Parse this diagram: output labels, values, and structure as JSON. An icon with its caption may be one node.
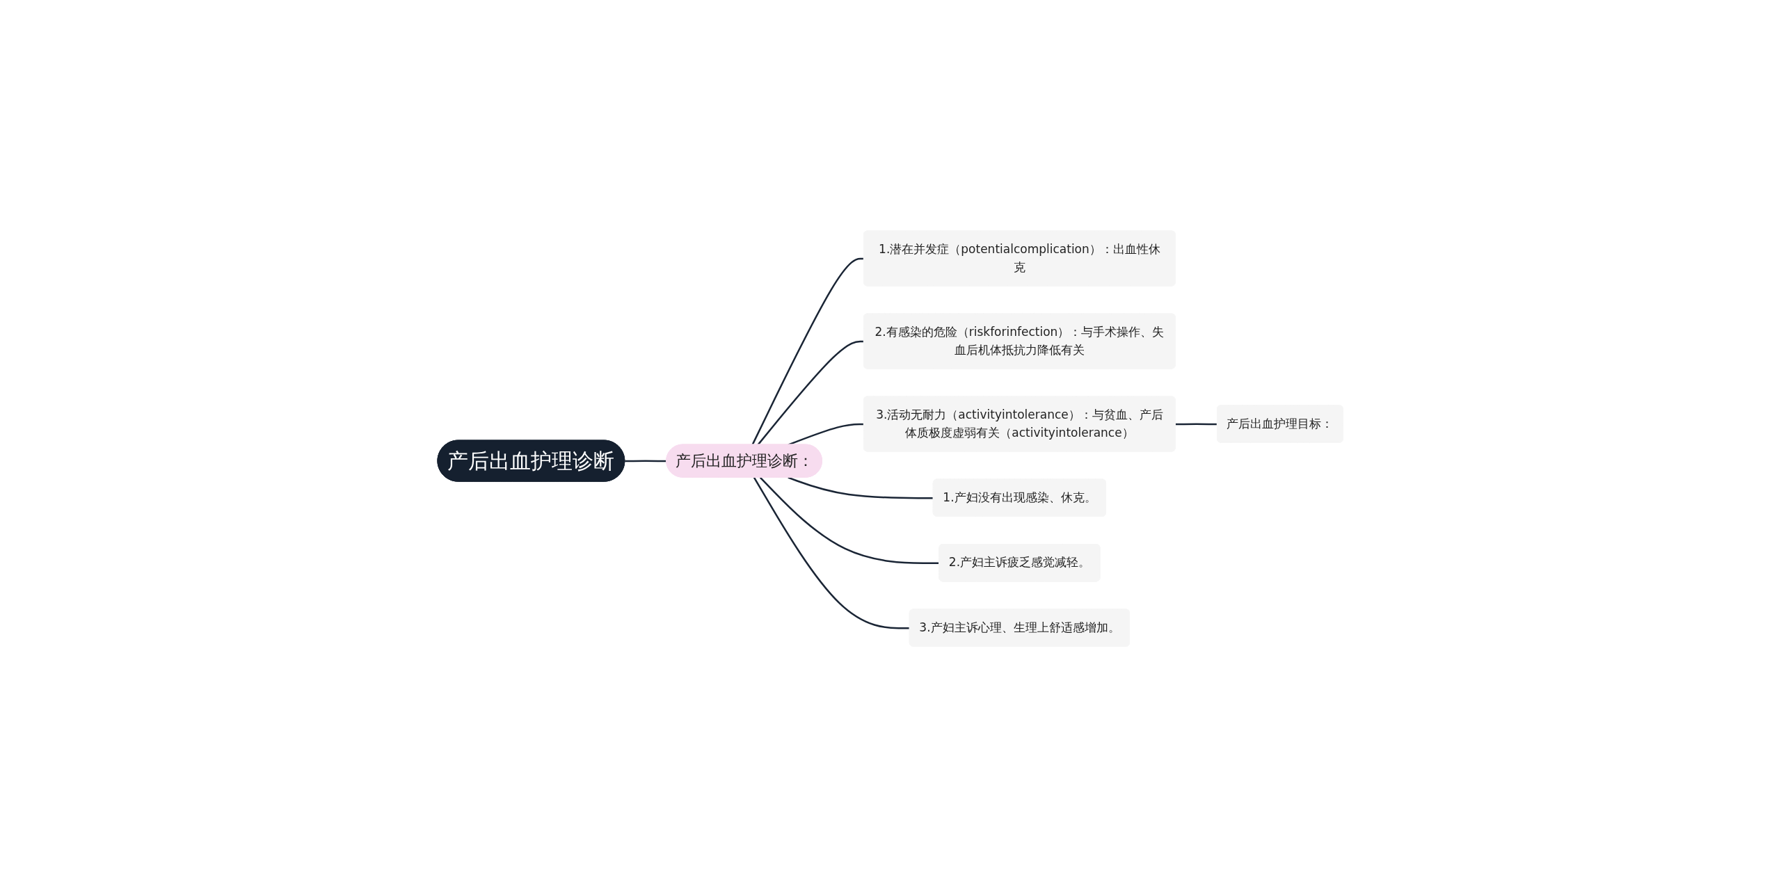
{
  "diagram": {
    "nodes": [
      {
        "text": [
          "产后出血护理诊断"
        ]
      },
      {
        "text": [
          "产后出血护理诊断："
        ]
      },
      {
        "text": [
          "1.潜在并发症（potentialcomplication）：出血性休克"
        ]
      },
      {
        "text": [
          "2.有感染的危险（riskforinfection）：与手术操作、失血后机体抵抗力降低有关"
        ]
      },
      {
        "text": [
          "3.活动无耐力（activityintolerance）：与贫血、产后体质极度虚弱有关（activityintolerance）"
        ]
      },
      {
        "text": [
          "产后出血护理目标："
        ]
      },
      {
        "text": [
          "1.产妇没有出现感染、休克。"
        ]
      },
      {
        "text": [
          "2.产妇主诉疲乏感觉减轻。"
        ]
      },
      {
        "text": [
          "3.产妇主诉心理、生理上舒适感增加。"
        ]
      }
    ],
    "edges": [
      {
        "from": 0,
        "to": 1,
        "arrow": "none"
      },
      {
        "from": 1,
        "to": 2,
        "arrow": "none"
      },
      {
        "from": 1,
        "to": 3,
        "arrow": "none"
      },
      {
        "from": 1,
        "to": 4,
        "arrow": "none"
      },
      {
        "from": 4,
        "to": 5,
        "arrow": "none"
      },
      {
        "from": 1,
        "to": 6,
        "arrow": "none"
      },
      {
        "from": 1,
        "to": 7,
        "arrow": "none"
      },
      {
        "from": 1,
        "to": 8,
        "arrow": "none"
      }
    ]
  }
}
